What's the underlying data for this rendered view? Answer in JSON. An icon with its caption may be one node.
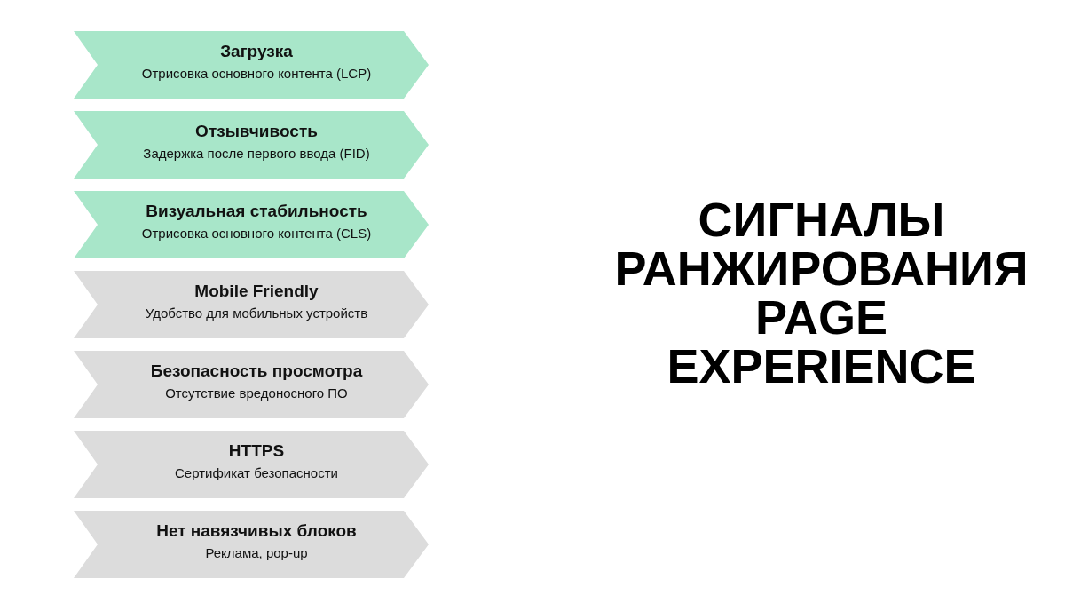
{
  "diagram": {
    "title": "СИГНАЛЫ РАНЖИРОВАНИЯ PAGE EXPERIENCE",
    "nodes": [
      {
        "text": [
          "Загрузка",
          "Отрисовка основного контента (LCP)"
        ]
      },
      {
        "text": [
          "Отзывчивость",
          "Задержка после первого ввода (FID)"
        ]
      },
      {
        "text": [
          "Визуальная стабильность",
          "Отрисовка основного контента (CLS)"
        ]
      },
      {
        "text": [
          "Mobile Friendly",
          "Удобство для мобильных устройств"
        ]
      },
      {
        "text": [
          "Безопасность просмотра",
          "Отсутствие вредоносного ПО"
        ]
      },
      {
        "text": [
          "HTTPS",
          "Сертификат безопасности"
        ]
      },
      {
        "text": [
          "Нет навязчивых блоков",
          "Реклама, pop-up"
        ]
      }
    ],
    "edges": []
  }
}
